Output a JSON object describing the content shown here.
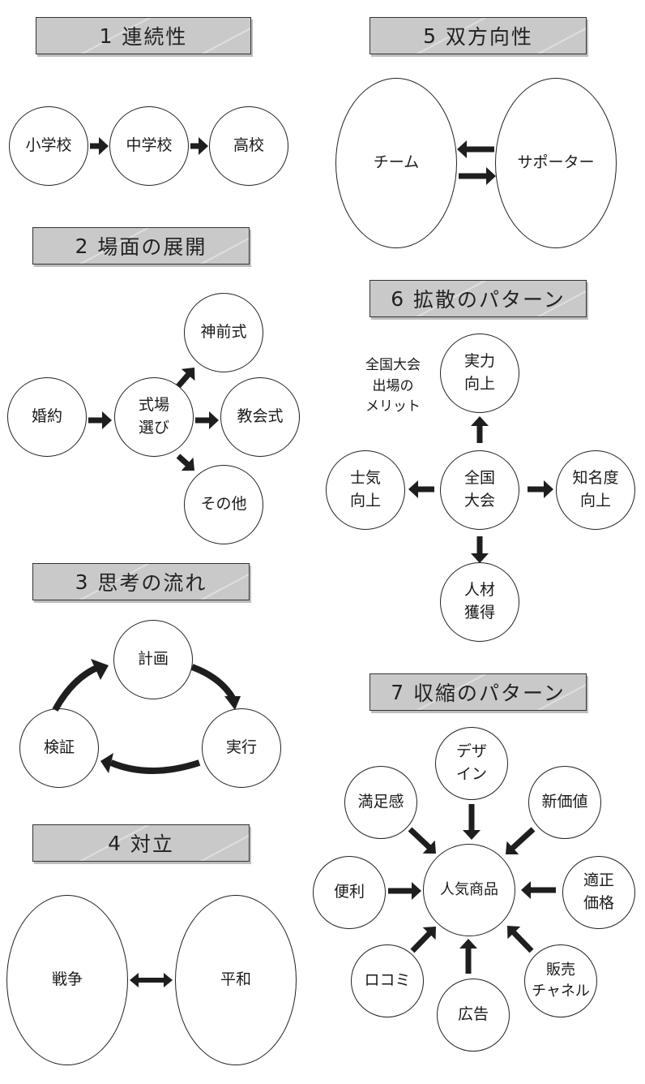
{
  "sections": [
    {
      "number": "1",
      "title": "連続性",
      "nodes": [
        "小学校",
        "中学校",
        "高校"
      ]
    },
    {
      "number": "2",
      "title": "場面の展開",
      "nodes": {
        "start": "婚約",
        "hub": "式場\n選び",
        "options": [
          "神前式",
          "教会式",
          "その他"
        ]
      }
    },
    {
      "number": "3",
      "title": "思考の流れ",
      "nodes": [
        "計画",
        "実行",
        "検証"
      ]
    },
    {
      "number": "4",
      "title": "対立",
      "nodes": [
        "戦争",
        "平和"
      ]
    },
    {
      "number": "5",
      "title": "双方向性",
      "nodes": [
        "チーム",
        "サポーター"
      ]
    },
    {
      "number": "6",
      "title": "拡散のパターン",
      "note": "全国大会\n出場の\nメリット",
      "center": "全国\n大会",
      "outer": {
        "top": "実力\n向上",
        "left": "士気\n向上",
        "right": "知名度\n向上",
        "bottom": "人材\n獲得"
      }
    },
    {
      "number": "7",
      "title": "収縮のパターン",
      "center": "人気商品",
      "outer": {
        "top": "デザ\nイン",
        "top_left": "満足感",
        "top_right": "新価値",
        "left": "便利",
        "right": "適正\n価格",
        "bottom_left": "ロコミ",
        "bottom": "広告",
        "bottom_right": "販売\nチャネル"
      }
    }
  ],
  "colors": {
    "title_bg": "#c9c9c9",
    "ink": "#1a1a1a",
    "background": "#ffffff"
  }
}
